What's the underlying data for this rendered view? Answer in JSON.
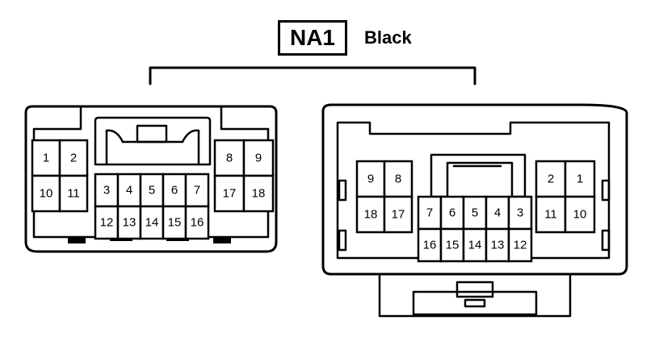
{
  "connector": {
    "id": "NA1",
    "color": "Black"
  },
  "left_view": {
    "left_block": [
      [
        "1",
        "2"
      ],
      [
        "10",
        "11"
      ]
    ],
    "center_block": [
      [
        "3",
        "4",
        "5",
        "6",
        "7"
      ],
      [
        "12",
        "13",
        "14",
        "15",
        "16"
      ]
    ],
    "right_block": [
      [
        "8",
        "9"
      ],
      [
        "17",
        "18"
      ]
    ]
  },
  "right_view": {
    "left_block": [
      [
        "9",
        "8"
      ],
      [
        "18",
        "17"
      ]
    ],
    "center_block": [
      [
        "7",
        "6",
        "5",
        "4",
        "3"
      ],
      [
        "16",
        "15",
        "14",
        "13",
        "12"
      ]
    ],
    "right_block": [
      [
        "2",
        "1"
      ],
      [
        "11",
        "10"
      ]
    ]
  }
}
